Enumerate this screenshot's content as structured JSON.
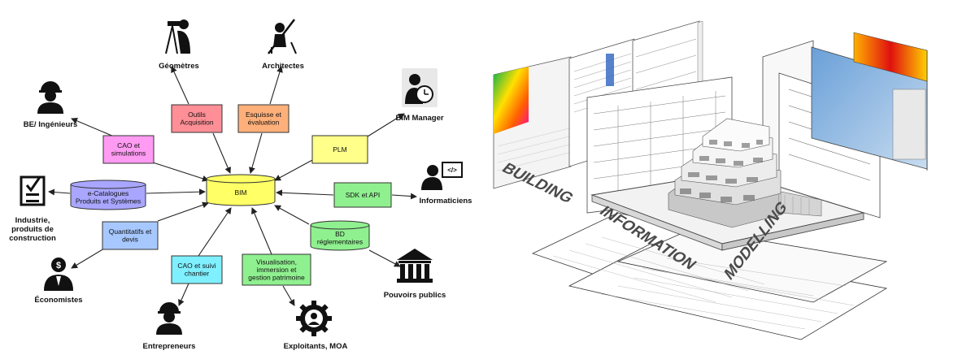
{
  "diagram": {
    "center": {
      "label": "BIM",
      "color": "#ffff66"
    },
    "tools": [
      {
        "id": "outils-acquisition",
        "lines": [
          "Outils",
          "Acquisition"
        ],
        "color": "#ff8f96"
      },
      {
        "id": "esquisse-evaluation",
        "lines": [
          "Esquisse et",
          "évaluation"
        ],
        "color": "#ffb07a"
      },
      {
        "id": "cao-simulations",
        "lines": [
          "CAO et",
          "simulations"
        ],
        "color": "#ff9bf2"
      },
      {
        "id": "plm",
        "lines": [
          "PLM"
        ],
        "color": "#ffff8a"
      },
      {
        "id": "e-catalogues",
        "lines": [
          "e-Catalogues",
          "Produits et Systèmes"
        ],
        "color": "#a9a6ff"
      },
      {
        "id": "sdk-api",
        "lines": [
          "SDK et API"
        ],
        "color": "#8ff08f"
      },
      {
        "id": "quantitatifs-devis",
        "lines": [
          "Quantitatifs et",
          "devis"
        ],
        "color": "#a7c8ff"
      },
      {
        "id": "bd-reglementaires",
        "lines": [
          "BD",
          "réglementaires"
        ],
        "color": "#8ff08f"
      },
      {
        "id": "cao-suivi-chantier",
        "lines": [
          "CAO et suivi",
          "chantier"
        ],
        "color": "#7ff0ff"
      },
      {
        "id": "visualisation",
        "lines": [
          "Visualisation,",
          "immersion et",
          "gestion patrimoine"
        ],
        "color": "#8ff08f"
      }
    ],
    "actors": [
      {
        "id": "geometres",
        "lines": [
          "Géomètres"
        ],
        "icon": "surveyor-icon"
      },
      {
        "id": "architectes",
        "lines": [
          "Architectes"
        ],
        "icon": "architect-icon"
      },
      {
        "id": "be-ingenieurs",
        "lines": [
          "BE/ Ingénieurs"
        ],
        "icon": "engineer-icon"
      },
      {
        "id": "bim-manager",
        "lines": [
          "BIM Manager"
        ],
        "icon": "manager-clock-icon"
      },
      {
        "id": "industrie",
        "lines": [
          "Industrie,",
          "produits de",
          "construction"
        ],
        "icon": "checklist-icon"
      },
      {
        "id": "informaticiens",
        "lines": [
          "Informaticiens"
        ],
        "icon": "developer-icon"
      },
      {
        "id": "economistes",
        "lines": [
          "Économistes"
        ],
        "icon": "economist-icon"
      },
      {
        "id": "pouvoirs-publics",
        "lines": [
          "Pouvoirs publics"
        ],
        "icon": "government-building-icon"
      },
      {
        "id": "entrepreneurs",
        "lines": [
          "Entrepreneurs"
        ],
        "icon": "contractor-icon"
      },
      {
        "id": "exploitants-moa",
        "lines": [
          "Exploitants, MOA"
        ],
        "icon": "gear-person-icon"
      }
    ]
  },
  "illustration": {
    "words": [
      "BUILDING",
      "INFORMATION",
      "MODELLING"
    ]
  }
}
